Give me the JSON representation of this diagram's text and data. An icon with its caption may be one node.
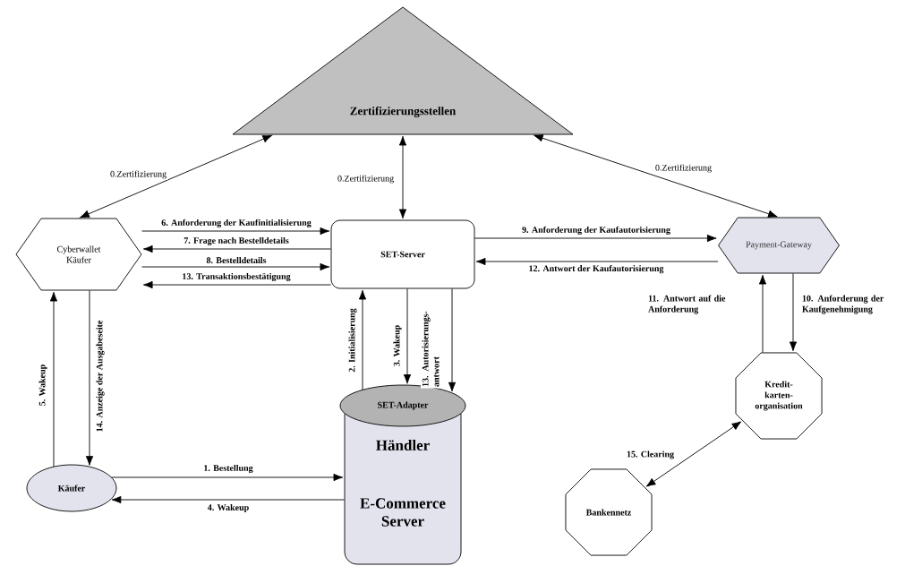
{
  "diagram": {
    "nodes": [
      {
        "text": [
          "Zertifizierungsstellen"
        ]
      },
      {
        "text": [
          "Cyberwallet Käufer"
        ]
      },
      {
        "text": [
          "SET-Server"
        ]
      },
      {
        "text": [
          "Payment-Gateway"
        ]
      },
      {
        "text": [
          "SET-Adapter"
        ]
      },
      {
        "text": [
          "Händler",
          "E-Commerce Server"
        ]
      },
      {
        "text": [
          "Käufer"
        ]
      },
      {
        "text": [
          "Kredit- karten- organisation"
        ]
      },
      {
        "text": [
          "Bankennetz"
        ]
      }
    ],
    "edges": [
      {
        "from": 0,
        "to": 1,
        "arrow": "both",
        "label": "0.Zertifizierung"
      },
      {
        "from": 0,
        "to": 2,
        "arrow": "both",
        "label": "0.Zertifizierung"
      },
      {
        "from": 0,
        "to": 3,
        "arrow": "both",
        "label": "0.Zertifizierung"
      },
      {
        "from": 1,
        "to": 2,
        "arrow": "to",
        "label": "6. Anforderung der Kaufinitialisierung"
      },
      {
        "from": 2,
        "to": 1,
        "arrow": "to",
        "label": "7. Frage nach Bestelldetails"
      },
      {
        "from": 1,
        "to": 2,
        "arrow": "to",
        "label": "8. Bestelldetails"
      },
      {
        "from": 2,
        "to": 1,
        "arrow": "to",
        "label": "13. Transaktionsbestätigung"
      },
      {
        "from": 2,
        "to": 3,
        "arrow": "to",
        "label": "9. Anforderung der Kaufautorisierung"
      },
      {
        "from": 3,
        "to": 2,
        "arrow": "to",
        "label": "12. Antwort der Kaufautorisierung"
      },
      {
        "from": 3,
        "to": 7,
        "arrow": "to",
        "label": "10. Anforderung der Kaufgenehmigung"
      },
      {
        "from": 7,
        "to": 3,
        "arrow": "to",
        "label": "11. Antwort auf die Anforderung"
      },
      {
        "from": 4,
        "to": 2,
        "arrow": "to",
        "label": "2. Initialisierung"
      },
      {
        "from": 2,
        "to": 4,
        "arrow": "to",
        "label": "3. Wakeup"
      },
      {
        "from": 2,
        "to": 4,
        "arrow": "to",
        "label": "13. Autorisierungs- antwort"
      },
      {
        "from": 6,
        "to": 1,
        "arrow": "to",
        "label": "5. Wakeup"
      },
      {
        "from": 1,
        "to": 6,
        "arrow": "to",
        "label": "14. Anzeige der Ausgabeseite"
      },
      {
        "from": 6,
        "to": 5,
        "arrow": "to",
        "label": "1. Bestellung"
      },
      {
        "from": 5,
        "to": 6,
        "arrow": "to",
        "label": "4. Wakeup"
      },
      {
        "from": 7,
        "to": 8,
        "arrow": "both",
        "label": "15. Clearing"
      }
    ]
  }
}
